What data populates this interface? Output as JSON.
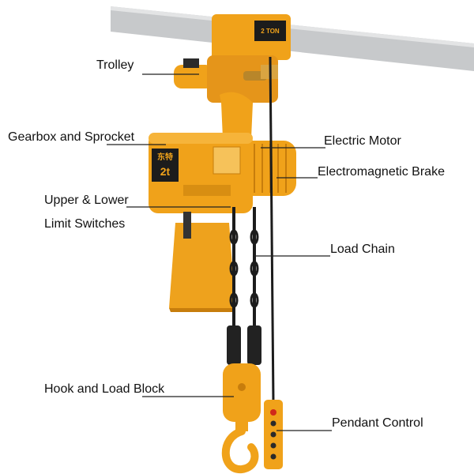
{
  "labels": {
    "trolley": "Trolley",
    "gearbox": "Gearbox and Sprocket",
    "limit_switches_line1": "Upper & Lower",
    "limit_switches_line2": "Limit Switches",
    "hook_block": "Hook and Load Block",
    "electric_motor": "Electric Motor",
    "brake": "Electromagnetic Brake",
    "load_chain": "Load Chain",
    "pendant": "Pendant Control"
  },
  "plates": {
    "trolley_capacity": "2 TON",
    "hoist_capacity": "2t",
    "brand": "东特"
  },
  "colors": {
    "hoist_body": "#f0a21a",
    "hoist_shadow": "#c77d0c",
    "rail": "#c7c9cb",
    "chain": "#1c1c1c",
    "leader_line": "#222222"
  }
}
